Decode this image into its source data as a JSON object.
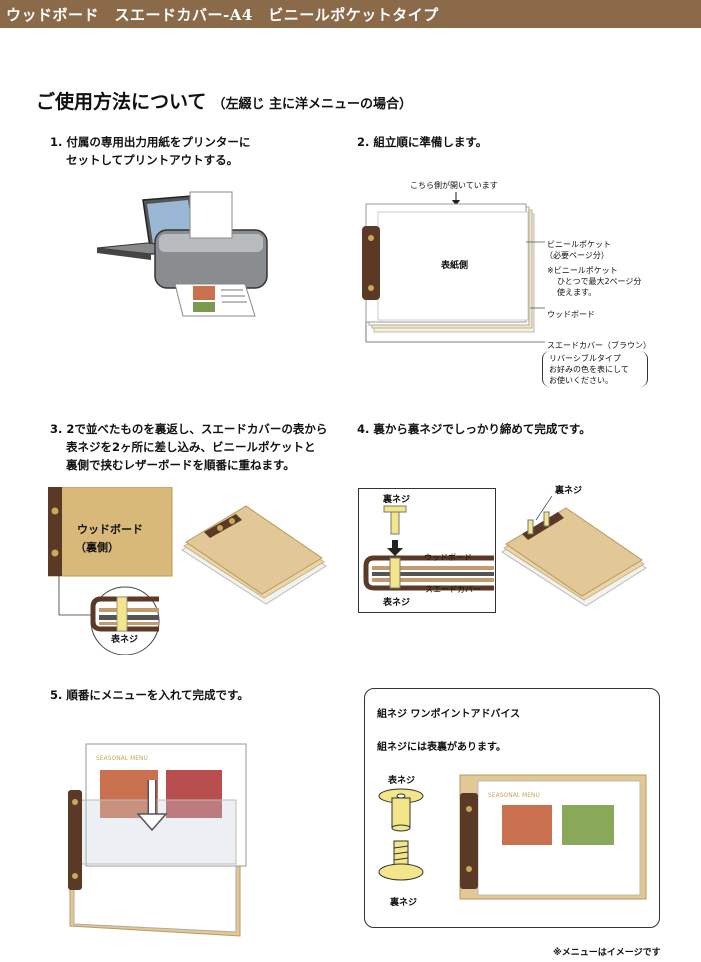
{
  "header": {
    "title": "ウッドボード　スエードカバー-A4　ビニールポケットタイプ"
  },
  "page": {
    "title": "ご使用方法について",
    "subtitle": "（左綴じ 主に洋メニューの場合）"
  },
  "step1": {
    "line1": "1. 付属の専用出力用紙をプリンターに",
    "line2": "セットしてプリントアウトする。"
  },
  "step2": {
    "title": "2. 組立順に準備します。",
    "open_side": "こちら側が開いています",
    "cover_front": "表紙側",
    "vinyl_pocket": "ビニールポケット",
    "required_pages": "（必要ページ分）",
    "note1": "※ビニールポケット",
    "note2": "ひとつで最大2ページ分",
    "note3": "使えます。",
    "wood_board": "ウッドボード",
    "suede_cover": "スエードカバー（ブラウン）",
    "rev1": "リバーシブルタイプ",
    "rev2": "お好みの色を表にして",
    "rev3": "お使いください。"
  },
  "step3": {
    "line1": "3. 2で並べたものを裏返し、スエードカバーの表から",
    "line2": "表ネジを2ヶ所に差し込み、ビニールポケットと",
    "line3": "裏側で挟むレザーボードを順番に重ねます。",
    "board_label1": "ウッドボード",
    "board_label2": "（裏側）",
    "front_screw": "表ネジ"
  },
  "step4": {
    "title": "4. 裏から裏ネジでしっかり締めて完成です。",
    "back_screw": "裏ネジ",
    "wood_board": "ウッドボード",
    "front_screw": "表ネジ",
    "suede_cover": "スエードカバー",
    "back_screw_right": "裏ネジ"
  },
  "step5": {
    "title": "5. 順番にメニューを入れて完成です。",
    "menu_label": "SEASONAL MENU"
  },
  "advice": {
    "title": "組ネジ ワンポイントアドバイス",
    "text": "組ネジには表裏があります。",
    "front_screw": "表ネジ",
    "back_screw": "裏ネジ",
    "menu_label": "SEASONAL MENU"
  },
  "footnote": "※メニューはイメージです",
  "colors": {
    "header": "#8b6a4a",
    "wood": "#d8c08e",
    "leather": "#5a3a26",
    "brass": "#f3e58a"
  }
}
